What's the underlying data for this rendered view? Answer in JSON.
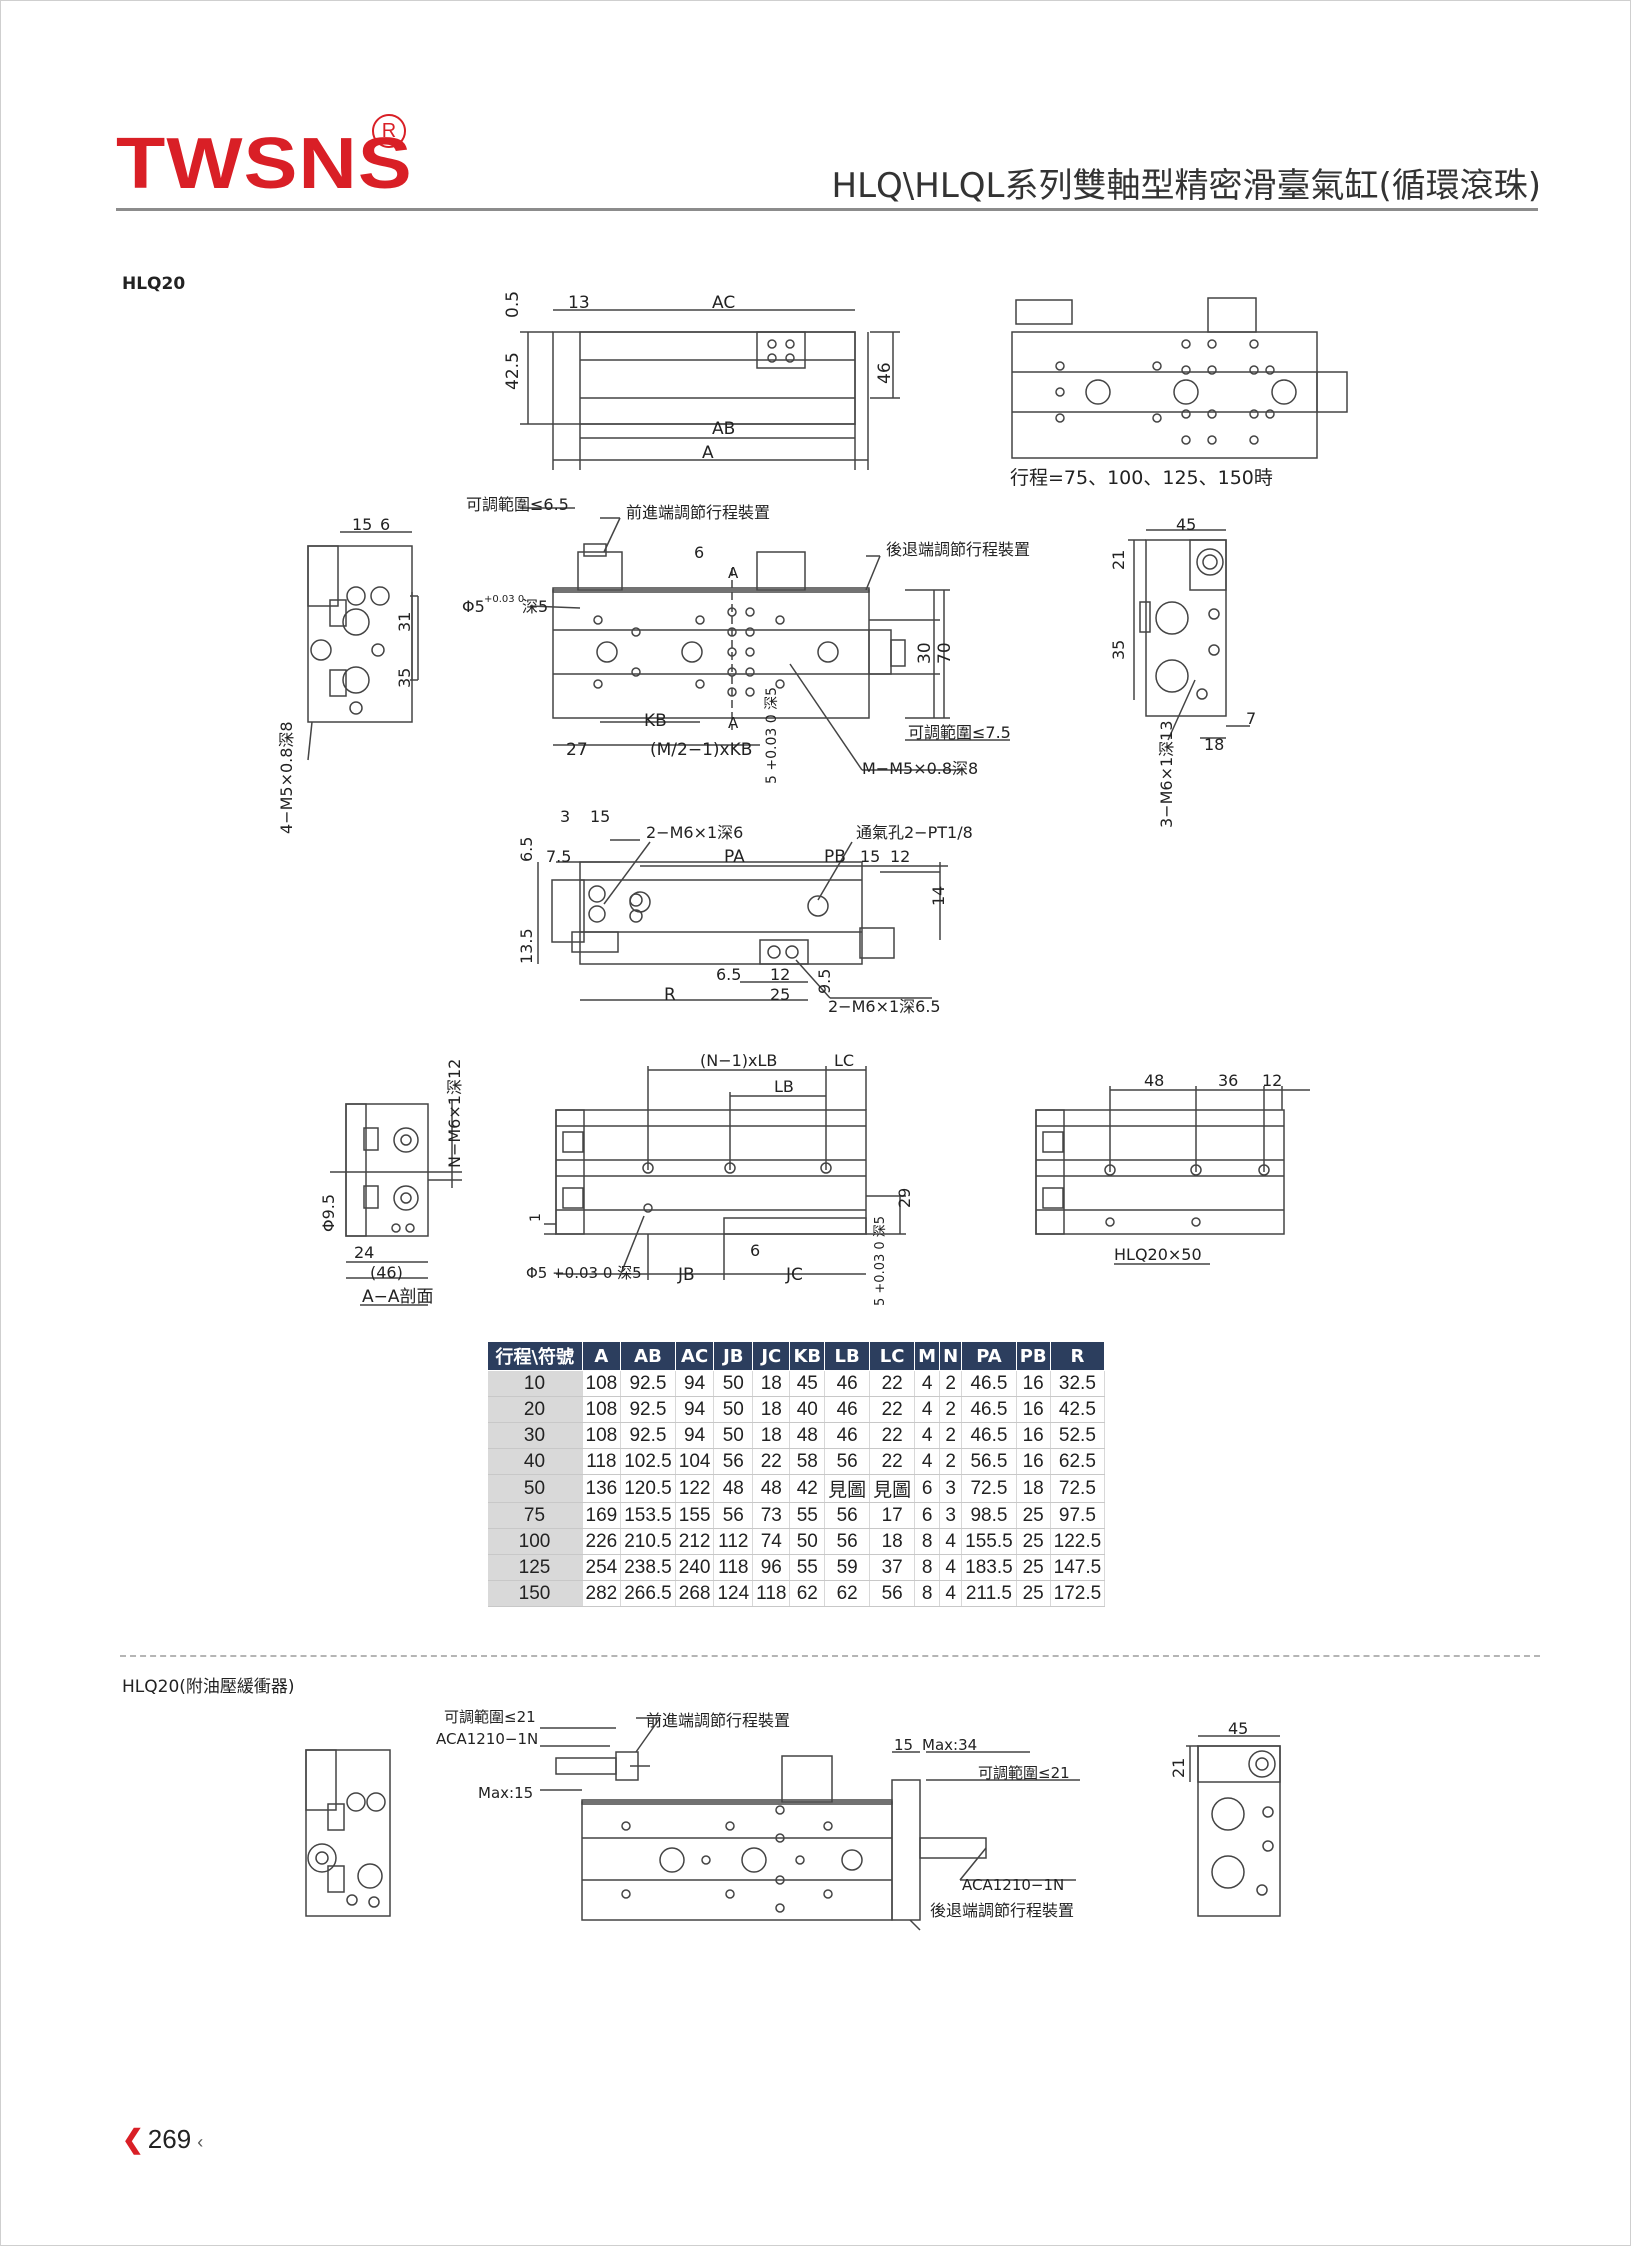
{
  "header": {
    "brand": "TWSNS",
    "registered_mark": "R",
    "title": "HLQ\\HLQL系列雙軸型精密滑臺氣缸(循環滾珠)"
  },
  "section1": {
    "label": "HLQ20"
  },
  "section2": {
    "label": "HLQ20(附油壓緩衝器)"
  },
  "drawing_labels": {
    "top_view": {
      "d_13": "13",
      "d_AC": "AC",
      "d_05": "0.5",
      "d_425": "42.5",
      "d_46": "46",
      "d_AB": "AB",
      "d_A": "A"
    },
    "top_right_note": "行程=75、100、125、150時",
    "front_view": {
      "adj_range_65": "可調範圍≤6.5",
      "front_adj": "前進端調節行程裝置",
      "rear_adj": "後退端調節行程裝置",
      "d_6": "6",
      "section_A": "A",
      "hole_phi5": "Φ5",
      "hole_tol": "+0.03 0",
      "hole_depth": "深5",
      "d_30": "30",
      "d_70": "70",
      "d_KB": "KB",
      "d_27": "27",
      "d_M2KB": "(M/2−1)xKB",
      "adj_range_75": "可調範圍≤7.5",
      "screw_M": "M−M5×0.8深8",
      "depth_5": "5 +0.03 0 深5"
    },
    "left_view": {
      "d_15": "15",
      "d_6": "6",
      "d_31": "31",
      "d_35": "35",
      "screw_4M5": "4−M5×0.8深8"
    },
    "right_view": {
      "d_45": "45",
      "d_21": "21",
      "d_35": "35",
      "d_7": "7",
      "d_18": "18",
      "screw_3M6": "3−M6×1深13"
    },
    "bottom_view": {
      "d_3": "3",
      "d_15": "15",
      "screw_2M6": "2−M6×1深6",
      "vent": "通氣孔2−PT1/8",
      "d_65": "6.5",
      "d_75": "7.5",
      "d_PA": "PA",
      "d_PB": "PB",
      "d_15b": "15",
      "d_12": "12",
      "d_14": "14",
      "d_135": "13.5",
      "d_65b": "6.5",
      "d_12b": "12",
      "d_95": "9.5",
      "d_R": "R",
      "d_25": "25",
      "screw_2M6b": "2−M6×1深6.5"
    },
    "section_view": {
      "screw_N": "N−M6×1深12",
      "d_phi95": "Φ9.5",
      "d_24": "24",
      "d_46": "(46)",
      "caption": "A−A剖面"
    },
    "side_view": {
      "d_N1LB": "(N−1)xLB",
      "d_LC": "LC",
      "d_LB": "LB",
      "d_29": "29",
      "d_1": "1",
      "d_6": "6",
      "hole_phi5": "Φ5 +0.03 0 深5",
      "d_JB": "JB",
      "d_JC": "JC",
      "depth_5": "5 +0.03 0 深5"
    },
    "hlq20x50": {
      "d_48": "48",
      "d_36": "36",
      "d_12": "12",
      "caption": "HLQ20×50"
    },
    "shock_view": {
      "adj_21a": "可調範圍≤21",
      "aca1": "ACA1210−1N",
      "front_adj": "前進端調節行程裝置",
      "max15": "Max:15",
      "d_15": "15",
      "max34": "Max:34",
      "adj_21b": "可調範圍≤21",
      "aca2": "ACA1210−1N",
      "rear_adj": "後退端調節行程裝置",
      "d_45": "45",
      "d_21": "21"
    }
  },
  "table": {
    "headers": [
      "行程\\符號",
      "A",
      "AB",
      "AC",
      "JB",
      "JC",
      "KB",
      "LB",
      "LC",
      "M",
      "N",
      "PA",
      "PB",
      "R"
    ],
    "rows": [
      [
        "10",
        "108",
        "92.5",
        "94",
        "50",
        "18",
        "45",
        "46",
        "22",
        "4",
        "2",
        "46.5",
        "16",
        "32.5"
      ],
      [
        "20",
        "108",
        "92.5",
        "94",
        "50",
        "18",
        "40",
        "46",
        "22",
        "4",
        "2",
        "46.5",
        "16",
        "42.5"
      ],
      [
        "30",
        "108",
        "92.5",
        "94",
        "50",
        "18",
        "48",
        "46",
        "22",
        "4",
        "2",
        "46.5",
        "16",
        "52.5"
      ],
      [
        "40",
        "118",
        "102.5",
        "104",
        "56",
        "22",
        "58",
        "56",
        "22",
        "4",
        "2",
        "56.5",
        "16",
        "62.5"
      ],
      [
        "50",
        "136",
        "120.5",
        "122",
        "48",
        "48",
        "42",
        "見圖",
        "見圖",
        "6",
        "3",
        "72.5",
        "18",
        "72.5"
      ],
      [
        "75",
        "169",
        "153.5",
        "155",
        "56",
        "73",
        "55",
        "56",
        "17",
        "6",
        "3",
        "98.5",
        "25",
        "97.5"
      ],
      [
        "100",
        "226",
        "210.5",
        "212",
        "112",
        "74",
        "50",
        "56",
        "18",
        "8",
        "4",
        "155.5",
        "25",
        "122.5"
      ],
      [
        "125",
        "254",
        "238.5",
        "240",
        "118",
        "96",
        "55",
        "59",
        "37",
        "8",
        "4",
        "183.5",
        "25",
        "147.5"
      ],
      [
        "150",
        "282",
        "266.5",
        "268",
        "124",
        "118",
        "62",
        "62",
        "56",
        "8",
        "4",
        "211.5",
        "25",
        "172.5"
      ]
    ]
  },
  "footer": {
    "page_number": "269"
  },
  "colors": {
    "brand_red": "#d91f26",
    "table_header": "#2c3e5e",
    "stroke_col_bg": "#d9d9d9"
  }
}
